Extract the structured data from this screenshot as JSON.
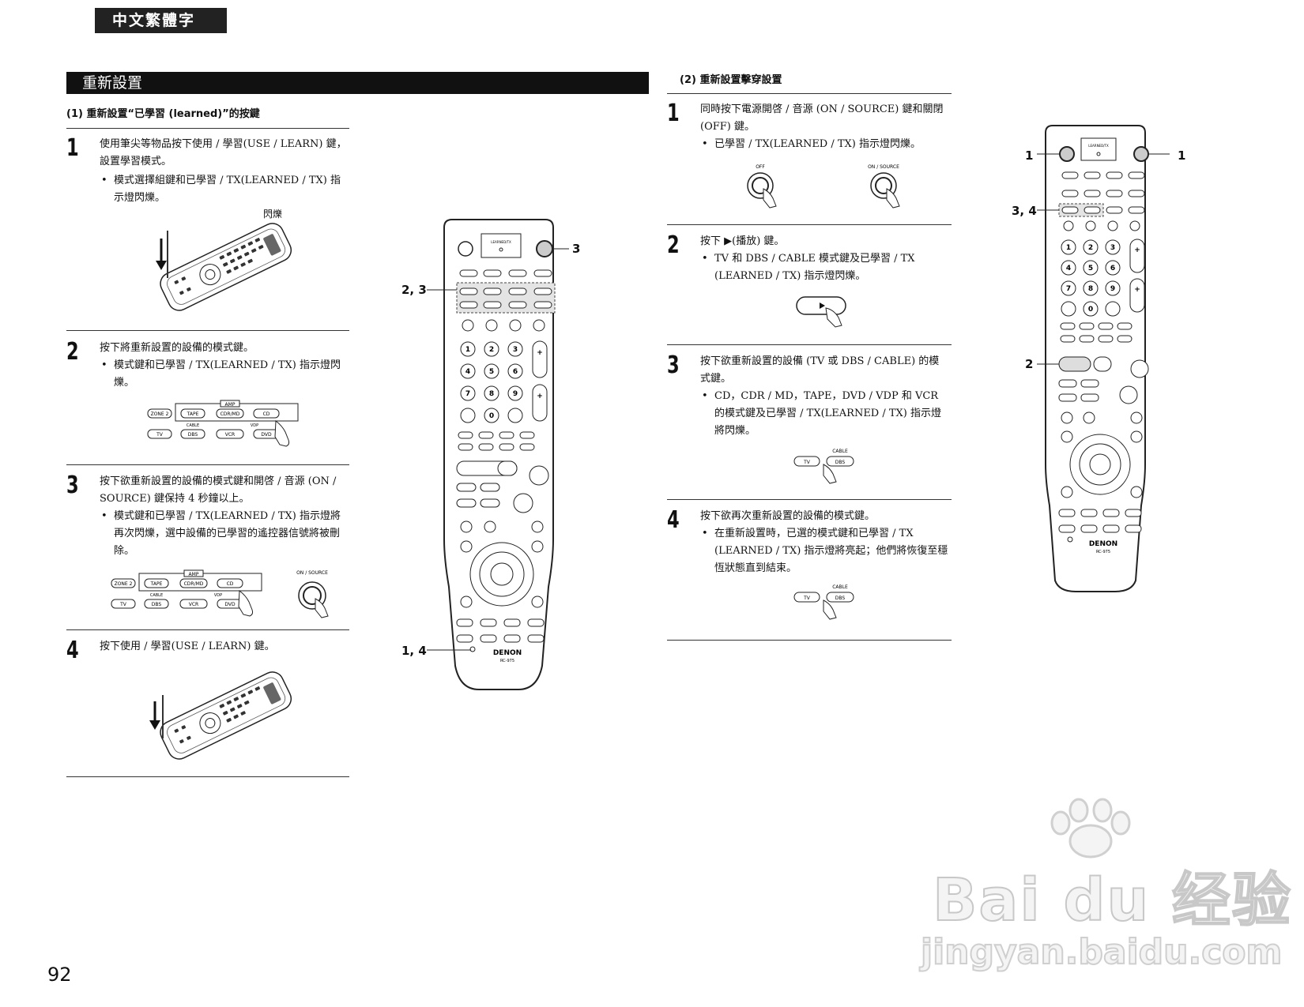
{
  "header": {
    "language_tab": "中文繁體字"
  },
  "section": {
    "title": "重新設置",
    "part1_heading": "(1) 重新設置“已學習 (learned)”的按鍵",
    "part2_heading": "(2) 重新設置擊穿設置"
  },
  "part1": {
    "steps": [
      {
        "num": "1",
        "text": "使用筆尖等物品按下使用 / 學習(USE / LEARN) 鍵，設置學習模式。",
        "bullet": "模式選擇組鍵和已學習 / TX(LEARNED / TX) 指示燈閃爍。",
        "fig_label": "閃爍"
      },
      {
        "num": "2",
        "text": "按下將重新設置的設備的模式鍵。",
        "bullet": "模式鍵和已學習 / TX(LEARNED / TX) 指示燈閃爍。"
      },
      {
        "num": "3",
        "text": "按下欲重新設置的設備的模式鍵和開啓 / 音源 (ON / SOURCE) 鍵保持 4 秒鐘以上。",
        "bullet": "模式鍵和已學習 / TX(LEARNED / TX) 指示燈將再次閃爍，選中設備的已學習的遙控器信號將被刪除。"
      },
      {
        "num": "4",
        "text": "按下使用 / 學習(USE / LEARN) 鍵。"
      }
    ]
  },
  "part2": {
    "steps": [
      {
        "num": "1",
        "text": "同時按下電源開啓 / 音源 (ON / SOURCE) 鍵和關閉 (OFF) 鍵。",
        "bullet": "已學習 / TX(LEARNED / TX) 指示燈閃爍。"
      },
      {
        "num": "2",
        "text": "按下 ▶(播放) 鍵。",
        "bullet": "TV 和 DBS / CABLE 模式鍵及已學習 / TX (LEARNED / TX) 指示燈閃爍。"
      },
      {
        "num": "3",
        "text": "按下欲重新設置的設備 (TV 或 DBS / CABLE) 的模式鍵。",
        "bullet": "CD，CDR / MD，TAPE，DVD / VDP 和 VCR 的模式鍵及已學習 / TX(LEARNED / TX) 指示燈將閃爍。"
      },
      {
        "num": "4",
        "text": "按下欲再次重新設置的設備的模式鍵。",
        "bullet": "在重新設置時，已選的模式鍵和已學習 / TX (LEARNED / TX) 指示燈將亮起；他們將恢復至穩恆狀態直到結束。"
      }
    ]
  },
  "figures": {
    "mode_keys": {
      "amp": "AMP",
      "zone2": "ZONE 2",
      "tape": "TAPE",
      "cdrmd": "CDR/MD",
      "cd": "CD",
      "cable": "CABLE",
      "vdp": "VDP",
      "tv": "TV",
      "dbs": "DBS",
      "vcr": "VCR",
      "dvd": "DVD"
    },
    "on_source": "ON / SOURCE",
    "off": "OFF",
    "remote": {
      "brand": "DENON",
      "model": "RC-975",
      "learned_tx": "LEARNED/TX"
    }
  },
  "callouts": {
    "left_remote": {
      "c3": "3",
      "c23": "2, 3",
      "c14": "1, 4"
    },
    "right_remote": {
      "c1a": "1",
      "c1b": "1",
      "c34": "3, 4",
      "c2": "2"
    }
  },
  "page_number": "92",
  "watermark": {
    "main": "Bai du 经验",
    "sub": "jingyan.baidu.com"
  }
}
